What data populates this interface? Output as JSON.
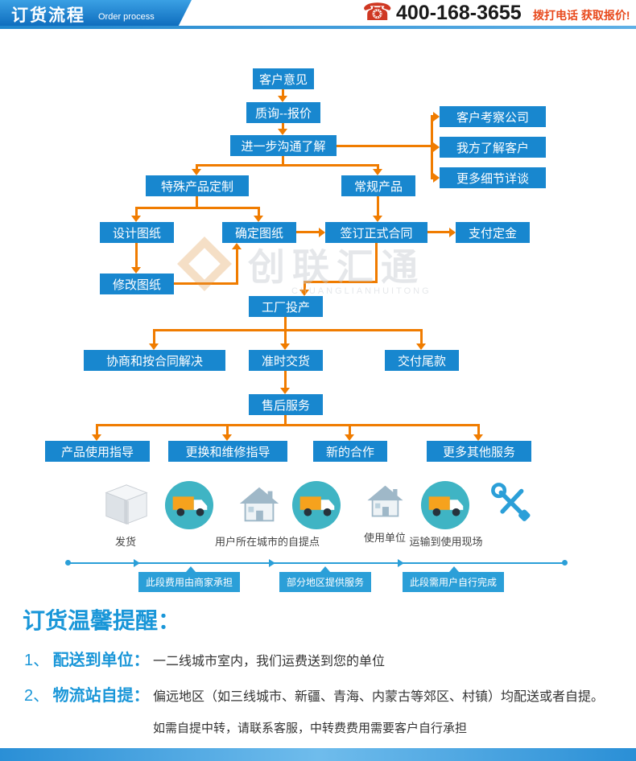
{
  "header": {
    "title": "订货流程",
    "subtitle": "Order process",
    "phone": "400-168-3655",
    "cta": "拨打电话 获取报价!"
  },
  "flow": {
    "nodes": [
      "客户意见",
      "质询--报价",
      "进一步沟通了解",
      "客户考察公司",
      "我方了解客户",
      "更多细节详谈",
      "特殊产品定制",
      "常规产品",
      "设计图纸",
      "确定图纸",
      "签订正式合同",
      "支付定金",
      "修改图纸",
      "工厂投产",
      "协商和按合同解决",
      "准时交货",
      "交付尾款",
      "售后服务",
      "产品使用指导",
      "更换和维修指导",
      "新的合作",
      "更多其他服务"
    ]
  },
  "logistics": {
    "step_labels": [
      "发货",
      "用户所在城市的自提点",
      "使用单位",
      "运输到使用现场"
    ],
    "segment_labels": [
      "此段费用由商家承担",
      "部分地区提供服务",
      "此段需用户自行完成"
    ]
  },
  "reminder": {
    "title": "订货温馨提醒：",
    "item1_num": "1、",
    "item1_label": "配送到单位：",
    "item1_text": "一二线城市室内，我们运费送到您的单位",
    "item2_num": "2、",
    "item2_label": "物流站自提：",
    "item2_text": "偏远地区（如三线城市、新疆、青海、内蒙古等郊区、村镇）均配送或者自提。",
    "note": "如需自提中转，请联系客服，中转费费用需要客户自行承担"
  },
  "watermark": {
    "text": "创联汇通",
    "subtext": "CHUANGLIANHUITONG"
  },
  "colors": {
    "box_blue": "#1887cf",
    "arrow_orange": "#f07c00",
    "timeline_blue": "#2b9fd8",
    "accent_red": "#e8491c"
  }
}
